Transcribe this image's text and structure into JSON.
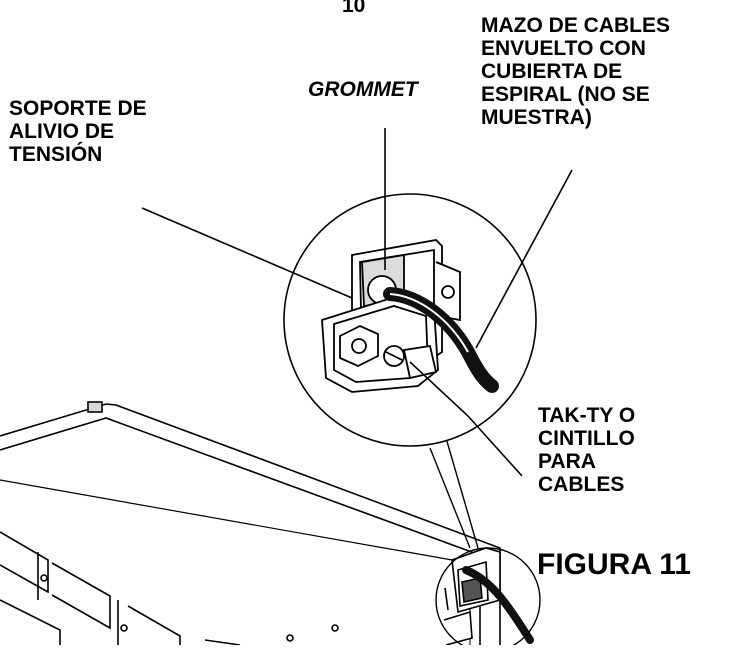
{
  "header_fragment": "10",
  "callouts": {
    "harness": [
      "MAZO DE CABLES",
      "ENVUELTO CON",
      "CUBIERTA DE",
      "ESPIRAL (NO SE",
      "MUESTRA)"
    ],
    "grommet": "GROMMET",
    "strain_relief": [
      "SOPORTE DE",
      "ALIVIO DE",
      "TENSIÓN"
    ],
    "tie": [
      "TAK-TY O",
      "CINTILLO",
      "PARA",
      "CABLES"
    ]
  },
  "figure_label": "FIGURA 11",
  "colors": {
    "ink": "#000000",
    "cable": "#111111",
    "paper": "#ffffff",
    "shade": "#d9d9d9"
  }
}
